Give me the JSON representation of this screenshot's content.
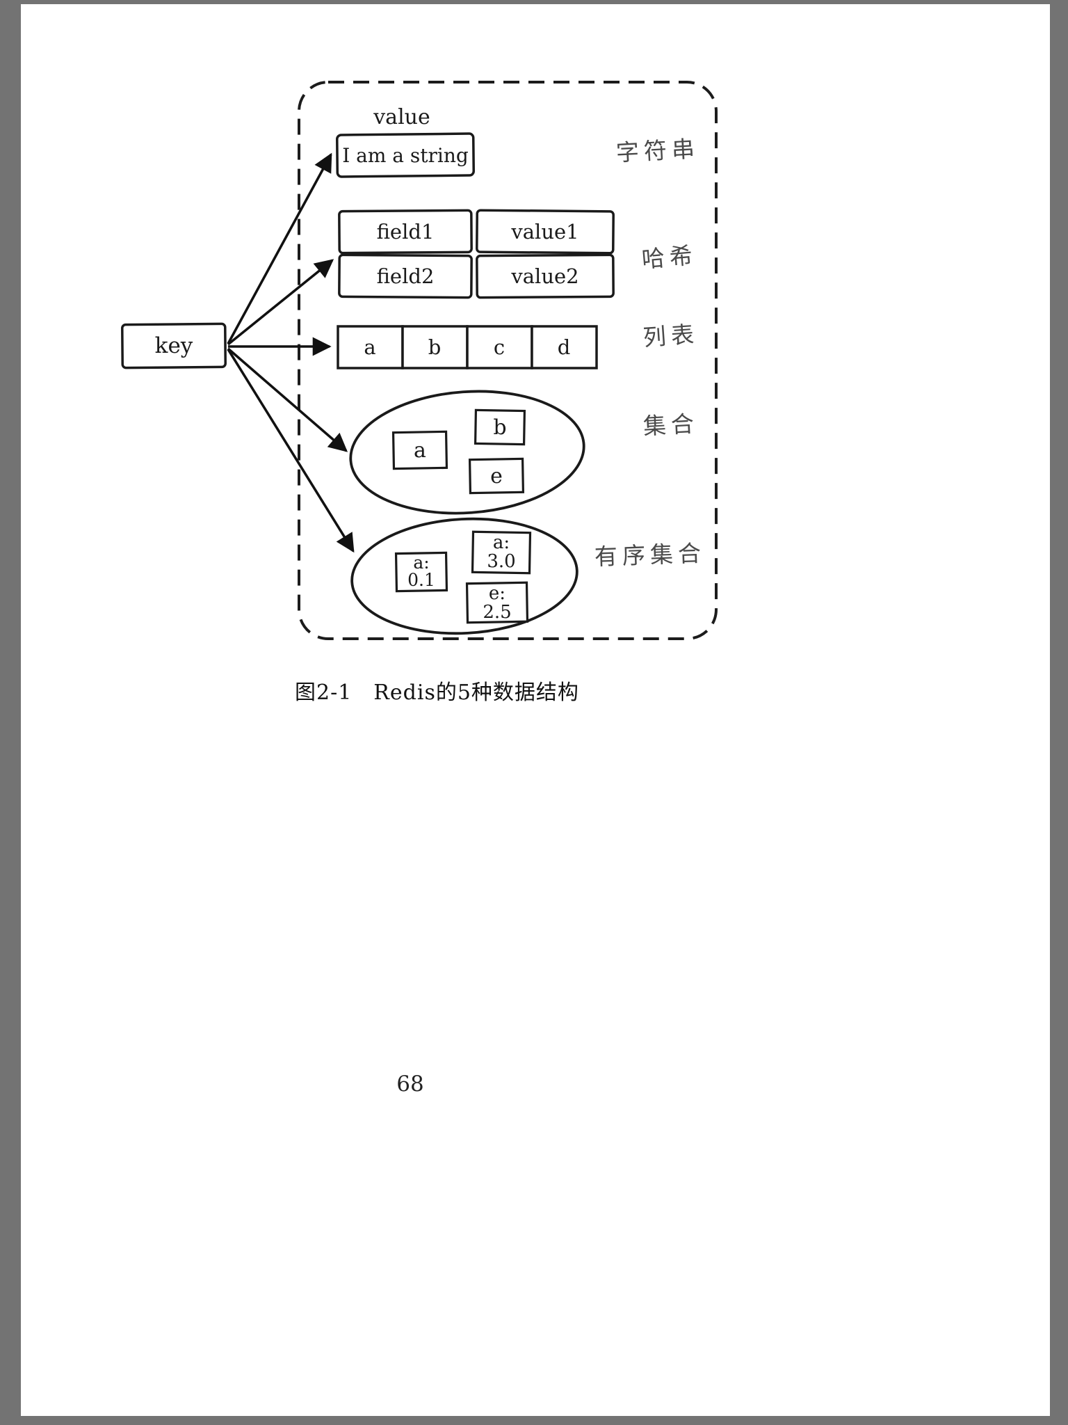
{
  "page": {
    "caption": "图2-1　Redis的5种数据结构",
    "page_number": "68"
  },
  "diagram": {
    "key_label": "key",
    "value_label": "value",
    "string": {
      "text": "I am a string",
      "type_label": "字符串"
    },
    "hash": {
      "rows": [
        {
          "field": "field1",
          "value": "value1"
        },
        {
          "field": "field2",
          "value": "value2"
        }
      ],
      "type_label": "哈希"
    },
    "list": {
      "items": [
        "a",
        "b",
        "c",
        "d"
      ],
      "type_label": "列表"
    },
    "set": {
      "items": [
        "a",
        "b",
        "e"
      ],
      "type_label": "集合"
    },
    "zset": {
      "entries": [
        {
          "member": "a:",
          "score": "0.1"
        },
        {
          "member": "a:",
          "score": "3.0"
        },
        {
          "member": "e:",
          "score": "2.5"
        }
      ],
      "type_label": "有序集合"
    }
  },
  "colors": {
    "ink": "#1a1a1a",
    "label_ink": "#4a4a4a",
    "page_bg": "#ffffff",
    "margin_bg": "#737373"
  }
}
